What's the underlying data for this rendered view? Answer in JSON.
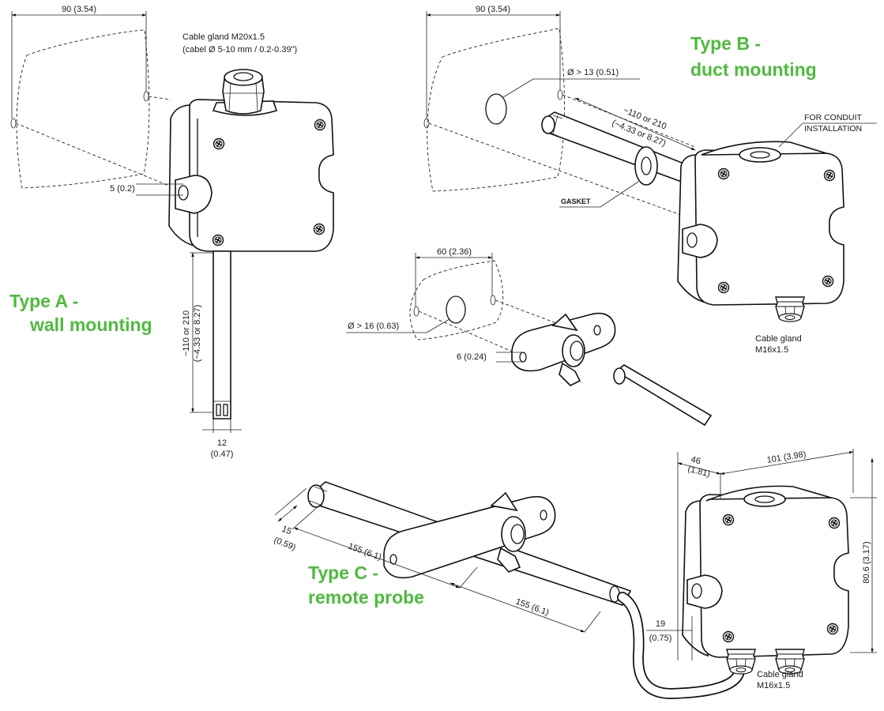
{
  "type_a": {
    "title_line1": "Type A -",
    "title_line2": "wall mounting",
    "width_dim": "90 (3.54)",
    "cable_gland_line1": "Cable gland M20x1.5",
    "cable_gland_line2": "(cabel Ø 5-10 mm / 0.2-0.39\")",
    "hole_dim": "5 (0.2)",
    "probe_length_line1": "~110 or 210",
    "probe_length_line2": "(~4.33 or 8.27)",
    "probe_dia_line1": "12",
    "probe_dia_line2": "(0.47)"
  },
  "type_b": {
    "title_line1": "Type B -",
    "title_line2": "duct mounting",
    "width_dim": "90 (3.54)",
    "hole_dim": "Ø > 13 (0.51)",
    "probe_length_line1": "~110 or 210",
    "probe_length_line2": "(~4.33 or 8.27)",
    "conduit_line1": "FOR CONDUIT",
    "conduit_line2": "INSTALLATION",
    "gasket": "GASKET",
    "cable_gland_line1": "Cable gland",
    "cable_gland_line2": "M16x1.5"
  },
  "flange": {
    "width_dim": "60 (2.36)",
    "hole_dim": "Ø > 16 (0.63)",
    "screw_dim": "6 (0.24)"
  },
  "type_c": {
    "title_line1": "Type C -",
    "title_line2": "remote probe",
    "depth_line1": "46",
    "depth_line2": "(1.81)",
    "width_dim": "101 (3.98)",
    "height_dim": "80.6 (3.17)",
    "side_line1": "19",
    "side_line2": "(0.75)",
    "probe_tip_line1": "15",
    "probe_tip_line2": "(0.59)",
    "probe_len_1": "155 (6.1)",
    "probe_len_2": "155 (6.1)",
    "cable_gland_line1": "Cable gland",
    "cable_gland_line2": "M16x1.5"
  }
}
